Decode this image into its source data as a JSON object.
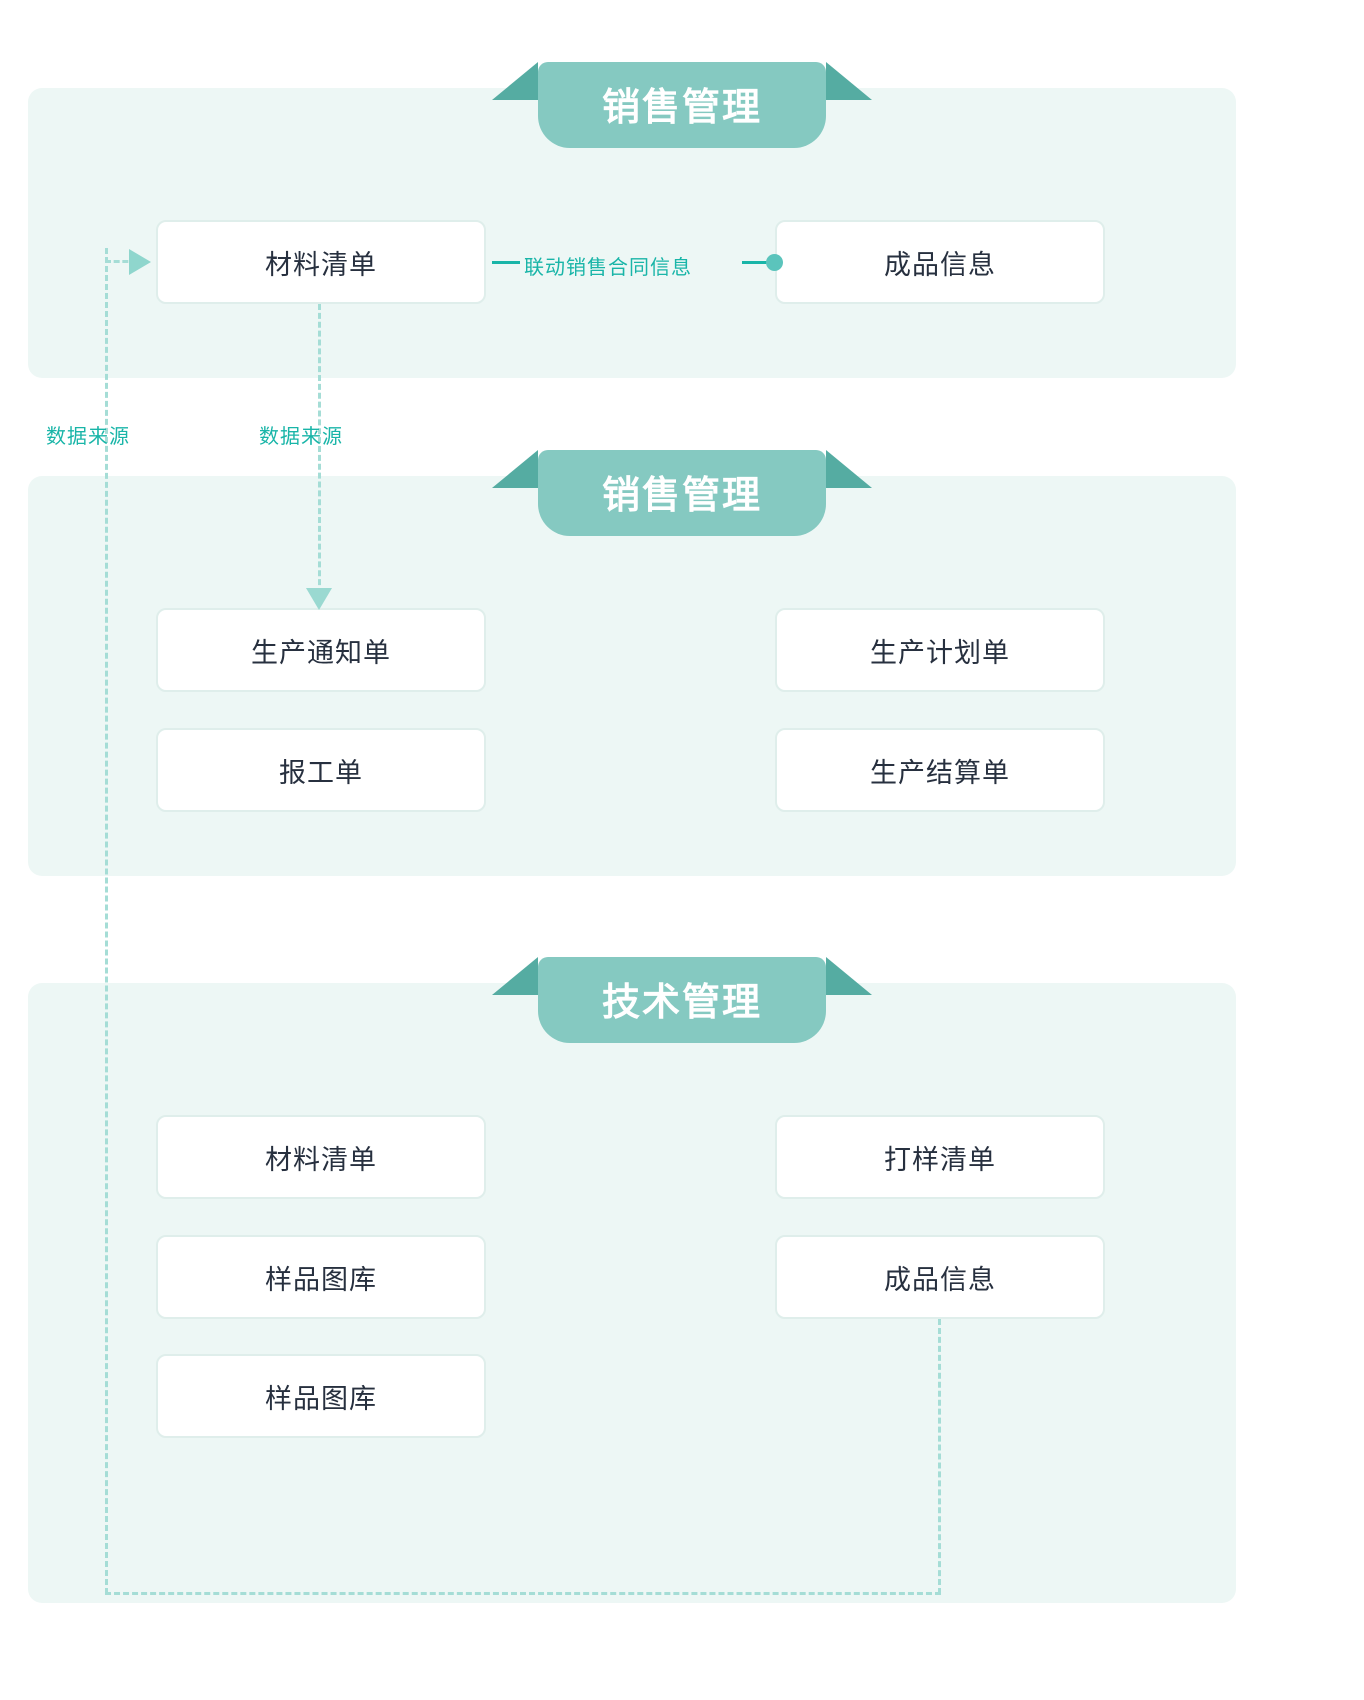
{
  "sections": [
    {
      "id": "sales",
      "title": "销售管理",
      "cards_left": [
        "材料清单"
      ],
      "cards_right": [
        "成品信息"
      ]
    },
    {
      "id": "production",
      "title": "销售管理",
      "cards_left": [
        "生产通知单",
        "报工单"
      ],
      "cards_right": [
        "生产计划单",
        "生产结算单"
      ]
    },
    {
      "id": "technology",
      "title": "技术管理",
      "cards_left": [
        "材料清单",
        "样品图库",
        "样品图库"
      ],
      "cards_right": [
        "打样清单",
        "成品信息"
      ]
    }
  ],
  "connectors": {
    "sales_link_label": "联动销售合同信息",
    "data_source_label_left": "数据来源",
    "data_source_label_mid": "数据来源"
  },
  "colors": {
    "panel_bg": "#edf7f5",
    "ribbon_fill": "#85c9c1",
    "ribbon_fold": "#55aca2",
    "accent_teal": "#19b5a8",
    "dash_line": "#a5ddd6",
    "card_border": "#dfeeeb",
    "card_text": "#27303f"
  }
}
